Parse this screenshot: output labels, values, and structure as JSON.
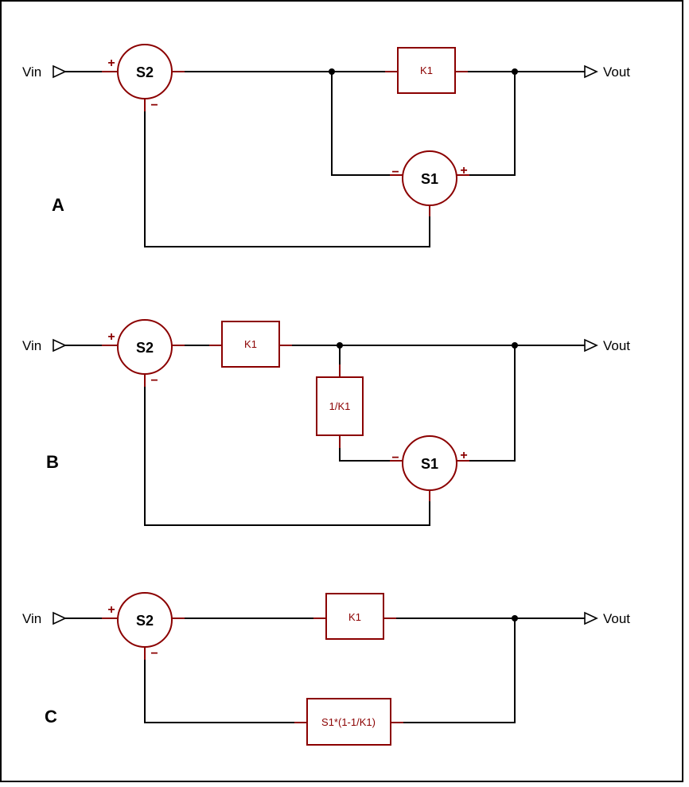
{
  "diagrams": {
    "a": {
      "label": "A",
      "input": "Vin",
      "output": "Vout",
      "sum_main": "S2",
      "sum_inner": "S1",
      "gain": "K1",
      "plus": "+",
      "minus": "−"
    },
    "b": {
      "label": "B",
      "input": "Vin",
      "output": "Vout",
      "sum_main": "S2",
      "sum_inner": "S1",
      "gain": "K1",
      "inverse_gain": "1/K1",
      "plus": "+",
      "minus": "−"
    },
    "c": {
      "label": "C",
      "input": "Vin",
      "output": "Vout",
      "sum_main": "S2",
      "gain": "K1",
      "feedback_gain": "S1*(1-1/K1)",
      "plus": "+",
      "minus": "−"
    }
  },
  "colors": {
    "component": "#8b0000",
    "wire": "#000000",
    "background": "#ffffff"
  }
}
